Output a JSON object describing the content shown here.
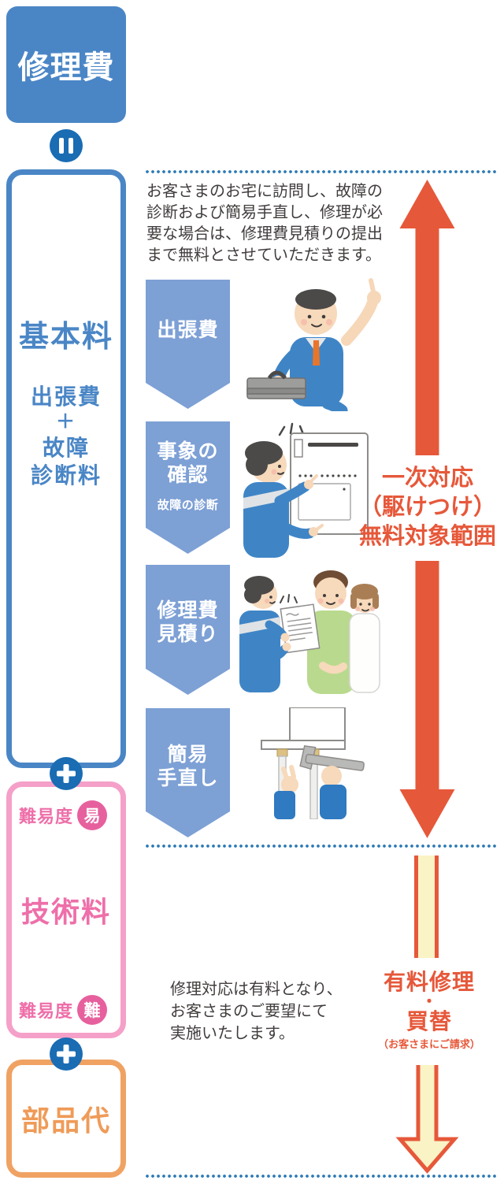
{
  "colors": {
    "primary_blue": "#4a86c6",
    "operator_circle_blue": "#1a6cb3",
    "banner_blue": "#7da0d5",
    "pink_text": "#ee6fa9",
    "pink_border": "#f5a0c8",
    "pink_badge": "#e7609e",
    "orange_text": "#ef9b58",
    "orange_border": "#f0a263",
    "red_orange": "#e6583a",
    "cream": "#faf3c5",
    "dotted_line_blue": "#2d7ab5",
    "body_text": "#413d3c"
  },
  "icons": {
    "equals": "equals-sign",
    "plus": "plus-sign"
  },
  "formula": {
    "total_label": "修理費",
    "basic": {
      "title": "基本料",
      "breakdown": [
        "出張費",
        "＋",
        "故障",
        "診断料"
      ]
    },
    "technical": {
      "title": "技術料",
      "difficulty_label": "難易度",
      "difficulty_easy": "易",
      "difficulty_hard": "難"
    },
    "parts": {
      "title": "部品代"
    }
  },
  "flow": {
    "intro_lines": [
      "お客さまのお宅に訪問し、故障の",
      "診断および簡易手直し、修理が必",
      "要な場合は、修理費見積りの提出",
      "まで無料とさせていただきます。"
    ],
    "steps": [
      {
        "line1": "出張費"
      },
      {
        "line1": "事象の",
        "line2": "確認",
        "sub": "故障の診断"
      },
      {
        "line1": "修理費",
        "line2": "見積り"
      },
      {
        "line1": "簡易",
        "line2": "手直し"
      }
    ],
    "free_scope": {
      "line1": "一次対応",
      "line2": "（駆けつけ）",
      "line3": "無料対象範囲"
    },
    "paid": {
      "line1": "有料修理",
      "dot": "・",
      "line2": "買替",
      "note": "（お客さまにご請求）"
    },
    "paid_note_lines": [
      "修理対応は有料となり、",
      "お客さまのご要望にて",
      "実施いたします。"
    ],
    "illustrations": [
      "worker-running-with-toolbox",
      "worker-checking-water-heater",
      "staff-explaining-estimate-to-couple",
      "hands-fixing-pipe-with-wrench"
    ]
  }
}
